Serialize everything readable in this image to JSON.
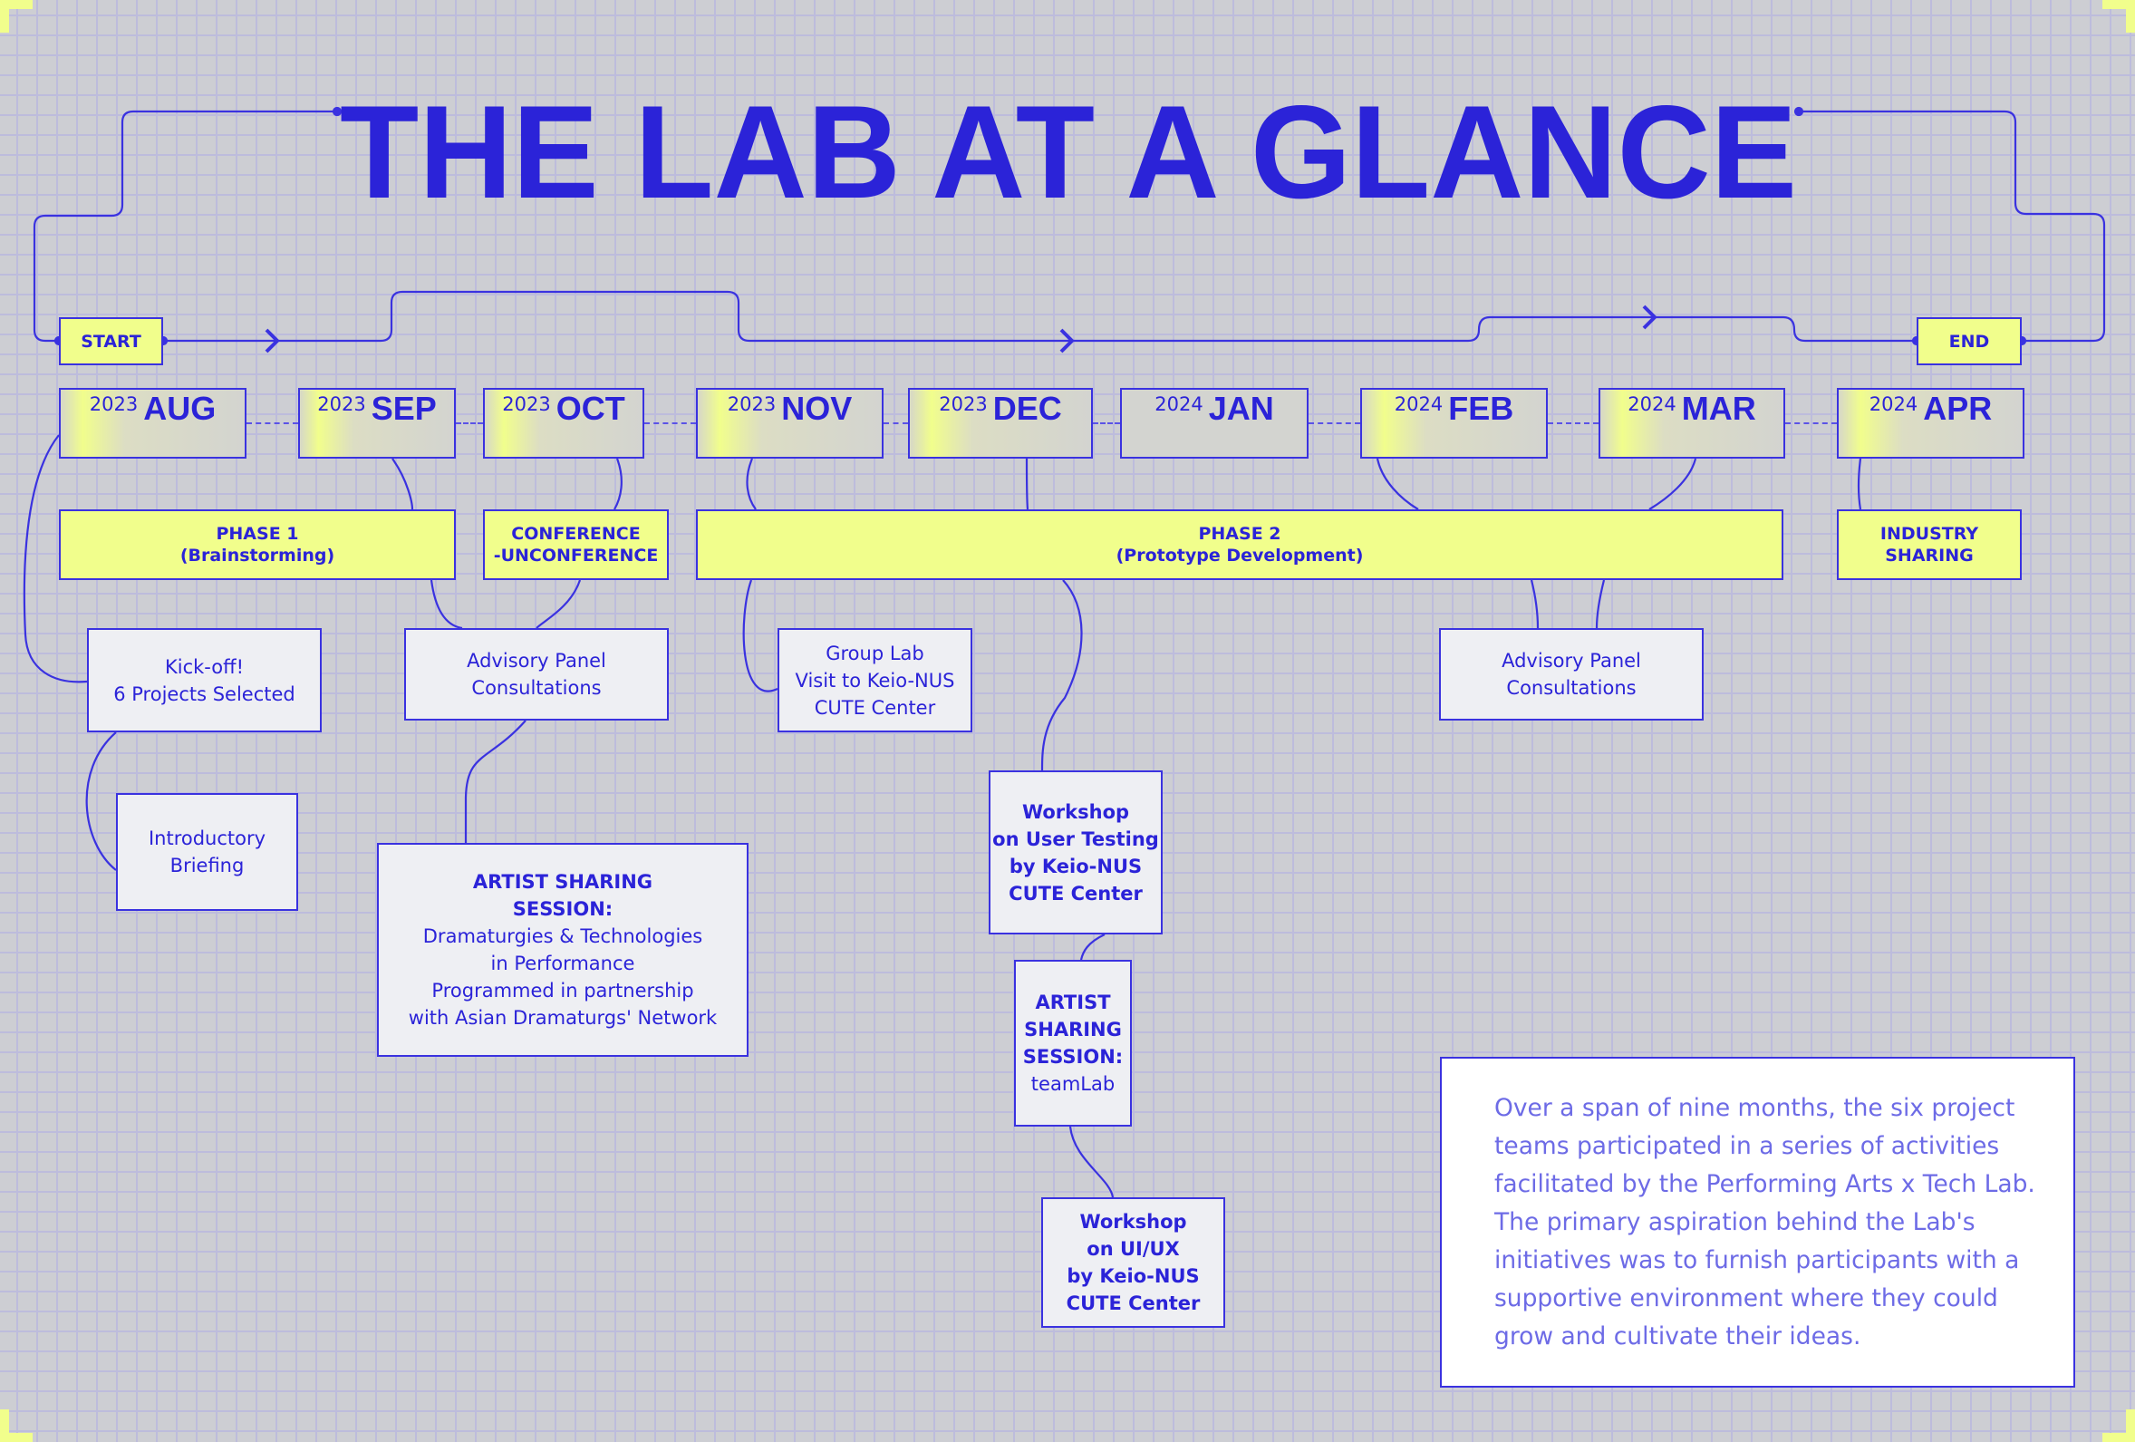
{
  "title": "THE LAB AT A GLANCE",
  "flow": {
    "start": "START",
    "end": "END"
  },
  "months": [
    {
      "year": "2023",
      "month": "AUG"
    },
    {
      "year": "2023",
      "month": "SEP"
    },
    {
      "year": "2023",
      "month": "OCT"
    },
    {
      "year": "2023",
      "month": "NOV"
    },
    {
      "year": "2023",
      "month": "DEC"
    },
    {
      "year": "2024",
      "month": "JAN"
    },
    {
      "year": "2024",
      "month": "FEB"
    },
    {
      "year": "2024",
      "month": "MAR"
    },
    {
      "year": "2024",
      "month": "APR"
    }
  ],
  "phases": [
    {
      "line1": "PHASE 1",
      "line2": "(Brainstorming)"
    },
    {
      "line1": "CONFERENCE",
      "line2": "-UNCONFERENCE"
    },
    {
      "line1": "PHASE 2",
      "line2": "(Prototype Development)"
    },
    {
      "line1": "INDUSTRY",
      "line2": "SHARING"
    }
  ],
  "events": {
    "kickoff": [
      "Kick-off!",
      "6 Projects Selected"
    ],
    "intro": [
      "Introductory",
      "Briefing"
    ],
    "advisory1": [
      "Advisory Panel",
      "Consultations"
    ],
    "artist1": {
      "bold": [
        "ARTIST SHARING",
        "SESSION:"
      ],
      "lines": [
        "Dramaturgies & Technologies",
        "in Performance",
        "Programmed in partnership",
        "with Asian Dramaturgs' Network"
      ]
    },
    "grouplab": [
      "Group Lab",
      "Visit to Keio-NUS",
      "CUTE Center"
    ],
    "workshop_ut": [
      "Workshop",
      "on User Testing",
      "by Keio-NUS",
      "CUTE Center"
    ],
    "artist2": {
      "bold": [
        "ARTIST",
        "SHARING",
        "SESSION:"
      ],
      "lines": [
        "teamLab"
      ]
    },
    "workshop_ui": [
      "Workshop",
      "on UI/UX",
      "by Keio-NUS",
      "CUTE Center"
    ],
    "advisory2": [
      "Advisory Panel",
      "Consultations"
    ]
  },
  "description": "Over a span of nine months, the six project teams participated in a series of activities facilitated by the Performing Arts x Tech Lab. The primary aspiration behind the Lab's initiatives was to furnish participants with a supportive environment where they could grow and cultivate their ideas.",
  "colors": {
    "accent": "#2b23d8",
    "highlight": "#f1fe8c",
    "background": "#cdced3",
    "box": "#eeeff3"
  }
}
